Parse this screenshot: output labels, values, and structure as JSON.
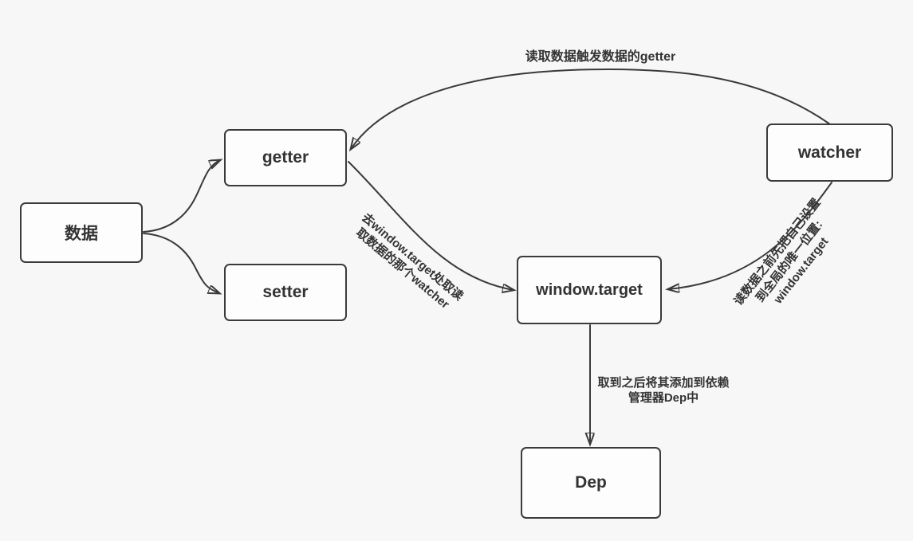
{
  "diagram": {
    "title": "Vue reactivity dependency-collection flow",
    "colors": {
      "background": "#f7f7f7",
      "node_fill": "#fdfdfd",
      "line": "#3a3a3a",
      "text": "#333333"
    },
    "nodes": [
      {
        "id": "data",
        "label": "数据"
      },
      {
        "id": "getter",
        "label": "getter"
      },
      {
        "id": "setter",
        "label": "setter"
      },
      {
        "id": "window-target",
        "label": "window.target"
      },
      {
        "id": "watcher",
        "label": "watcher"
      },
      {
        "id": "dep",
        "label": "Dep"
      }
    ],
    "edges": [
      {
        "from": "data",
        "to": "getter"
      },
      {
        "from": "data",
        "to": "setter"
      },
      {
        "from": "watcher",
        "to": "getter"
      },
      {
        "from": "getter",
        "to": "window-target"
      },
      {
        "from": "watcher",
        "to": "window-target"
      },
      {
        "from": "window-target",
        "to": "dep"
      }
    ],
    "edge_labels": {
      "watcher_to_getter": "读取数据触发数据的getter",
      "getter_to_target": [
        "去window.target处取读",
        "取数据的那个watcher"
      ],
      "watcher_to_target": [
        "读数据之前先把自己设置",
        "到全局的唯一位置:",
        "window.target"
      ],
      "target_to_dep": [
        "取到之后将其添加到依赖",
        "管理器Dep中"
      ]
    }
  }
}
